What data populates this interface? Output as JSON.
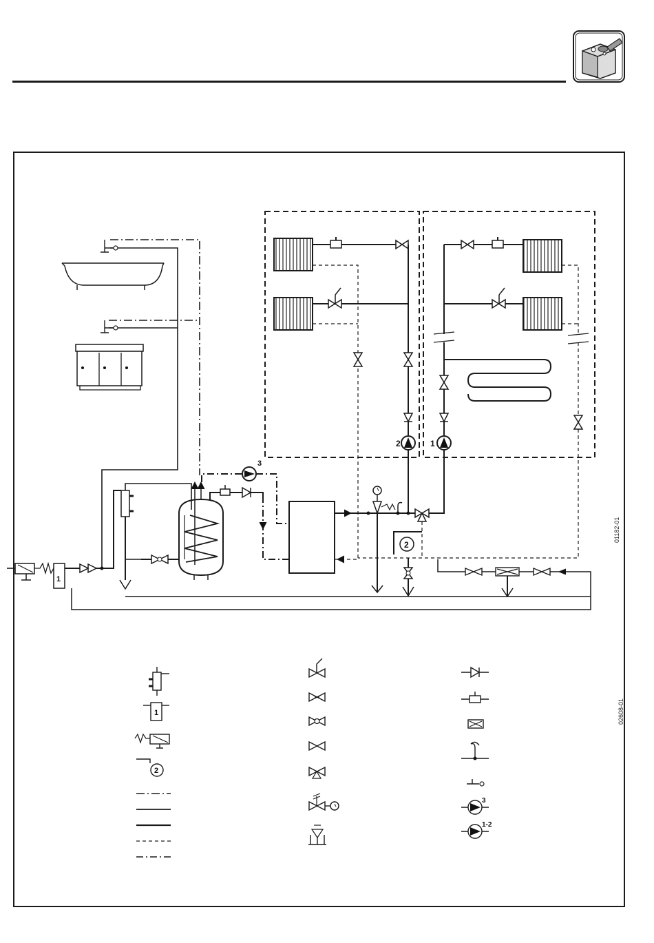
{
  "labels": {
    "circuit_pump_2": "2",
    "circuit_pump_1": "1",
    "dhw_pump": "3",
    "filter": "1",
    "bypass": "2",
    "legend_filter": "1",
    "legend_bypass": "2",
    "legend_pump_dhw": "3",
    "legend_pump_heating": "1-2"
  },
  "codes": {
    "diagram": "01182-01",
    "legend": "02608-01"
  },
  "icons": {
    "header_badge": "boiler-icon"
  },
  "colors": {
    "ink": "#1a1a1a",
    "background": "#ffffff"
  }
}
